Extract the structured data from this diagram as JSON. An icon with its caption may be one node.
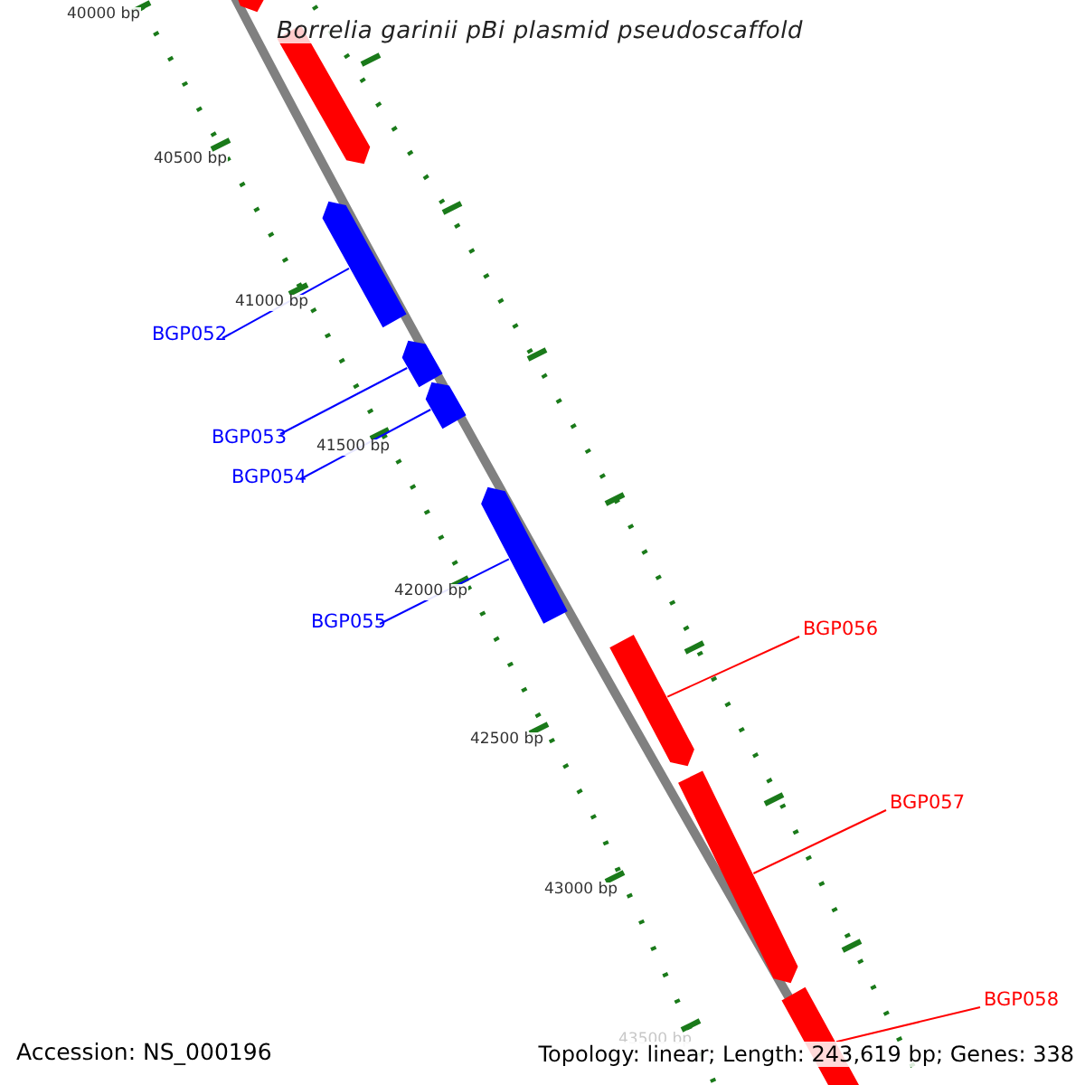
{
  "diagram": {
    "title": "Borrelia garinii pBi plasmid pseudoscaffold",
    "nodes": [
      {
        "text": [
          "BGP052"
        ]
      },
      {
        "text": [
          "BGP053"
        ]
      },
      {
        "text": [
          "BGP054"
        ]
      },
      {
        "text": [
          "BGP055"
        ]
      },
      {
        "text": [
          "BGP056"
        ]
      },
      {
        "text": [
          "BGP057"
        ]
      },
      {
        "text": [
          "BGP058"
        ]
      },
      {
        "text": [],
        "shape": "bar"
      },
      {
        "text": [],
        "shape": "bar"
      },
      {
        "text": [],
        "shape": "bar"
      },
      {
        "text": [],
        "shape": "bar"
      },
      {
        "text": [],
        "shape": "bar"
      },
      {
        "text": [],
        "shape": "bar"
      },
      {
        "text": [],
        "shape": "bar"
      },
      {
        "text": [],
        "shape": "bar"
      },
      {
        "text": [],
        "shape": "bar"
      }
    ],
    "edges": [
      {
        "from": 0,
        "to": 9,
        "arrow": "none",
        "color": "#0000ff"
      },
      {
        "from": 1,
        "to": 10,
        "arrow": "none",
        "color": "#0000ff"
      },
      {
        "from": 2,
        "to": 11,
        "arrow": "none",
        "color": "#0000ff"
      },
      {
        "from": 3,
        "to": 12,
        "arrow": "none",
        "color": "#0000ff"
      },
      {
        "from": 4,
        "to": 13,
        "arrow": "none",
        "color": "#ff0000"
      },
      {
        "from": 5,
        "to": 14,
        "arrow": "none",
        "color": "#ff0000"
      },
      {
        "from": 6,
        "to": 15,
        "arrow": "none",
        "color": "#ff0000"
      }
    ],
    "labels": [
      "40000 bp",
      "40500 bp",
      "41000 bp",
      "41500 bp",
      "42000 bp",
      "42500 bp",
      "43000 bp",
      "43500 bp",
      "Accession: NS_000196",
      "Topology: linear; Length: 243,619 bp; Genes: 338"
    ]
  }
}
